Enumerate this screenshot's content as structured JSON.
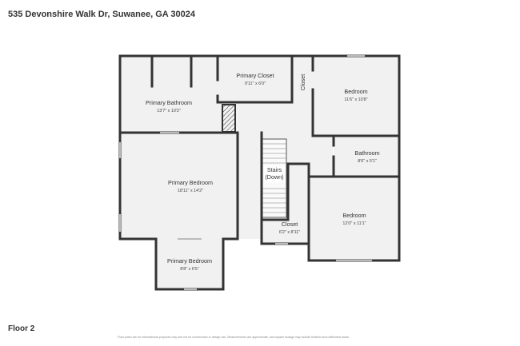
{
  "address": "535 Devonshire Walk Dr, Suwanee, GA 30024",
  "floor_label": "Floor 2",
  "disclaimer": "Floor plans are for informational purposes only and not for construction or design use. Measurements are approximate, and square footage may include finished and unfinished areas.",
  "rooms": {
    "primary_bathroom": {
      "name": "Primary Bathroom",
      "dims": "13'7\" x 10'2\""
    },
    "primary_closet": {
      "name": "Primary Closet",
      "dims": "9'11\" x 6'0\""
    },
    "closet_small": {
      "name": "Closet"
    },
    "bedroom_1": {
      "name": "Bedroom",
      "dims": "11'6\" x 10'8\""
    },
    "bathroom": {
      "name": "Bathroom",
      "dims": "8'6\" x 5'1\""
    },
    "primary_bedroom": {
      "name": "Primary Bedroom",
      "dims": "18'11\" x 14'2\""
    },
    "stairs": {
      "name_line1": "Stairs",
      "name_line2": "(Down)"
    },
    "closet_2": {
      "name": "Closet",
      "dims": "6'2\" x 8'11\""
    },
    "bedroom_2": {
      "name": "Bedroom",
      "dims": "12'0\" x 11'1\""
    },
    "primary_bedroom_nook": {
      "name": "Primary Bedroom",
      "dims": "8'8\" x 6'5\""
    }
  }
}
